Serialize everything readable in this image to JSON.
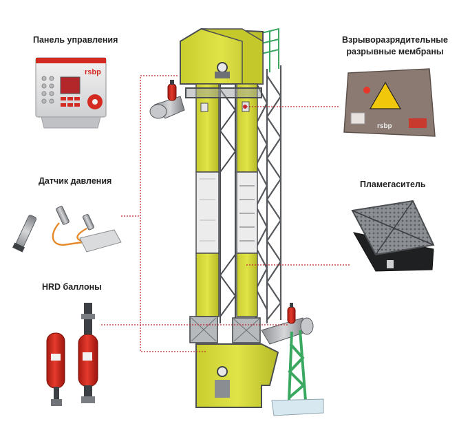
{
  "labels": {
    "control_panel": "Панель управления",
    "pressure_sensor": "Датчик давления",
    "hrd_cylinders": "HRD баллоны",
    "membranes_line1": "Взрыворазрядительные",
    "membranes_line2": "разрывные мембраны",
    "flame_arrester": "Пламегаситель"
  },
  "brand": {
    "panel_logo": "rsbp",
    "membrane_logo": "rsbp"
  },
  "colors": {
    "elevator_yellow": "#d8dc3c",
    "frame_gray": "#4a4d52",
    "cylinder_red": "#d8291e",
    "leader_red": "#c0262c",
    "stand_green": "#3aa860"
  }
}
